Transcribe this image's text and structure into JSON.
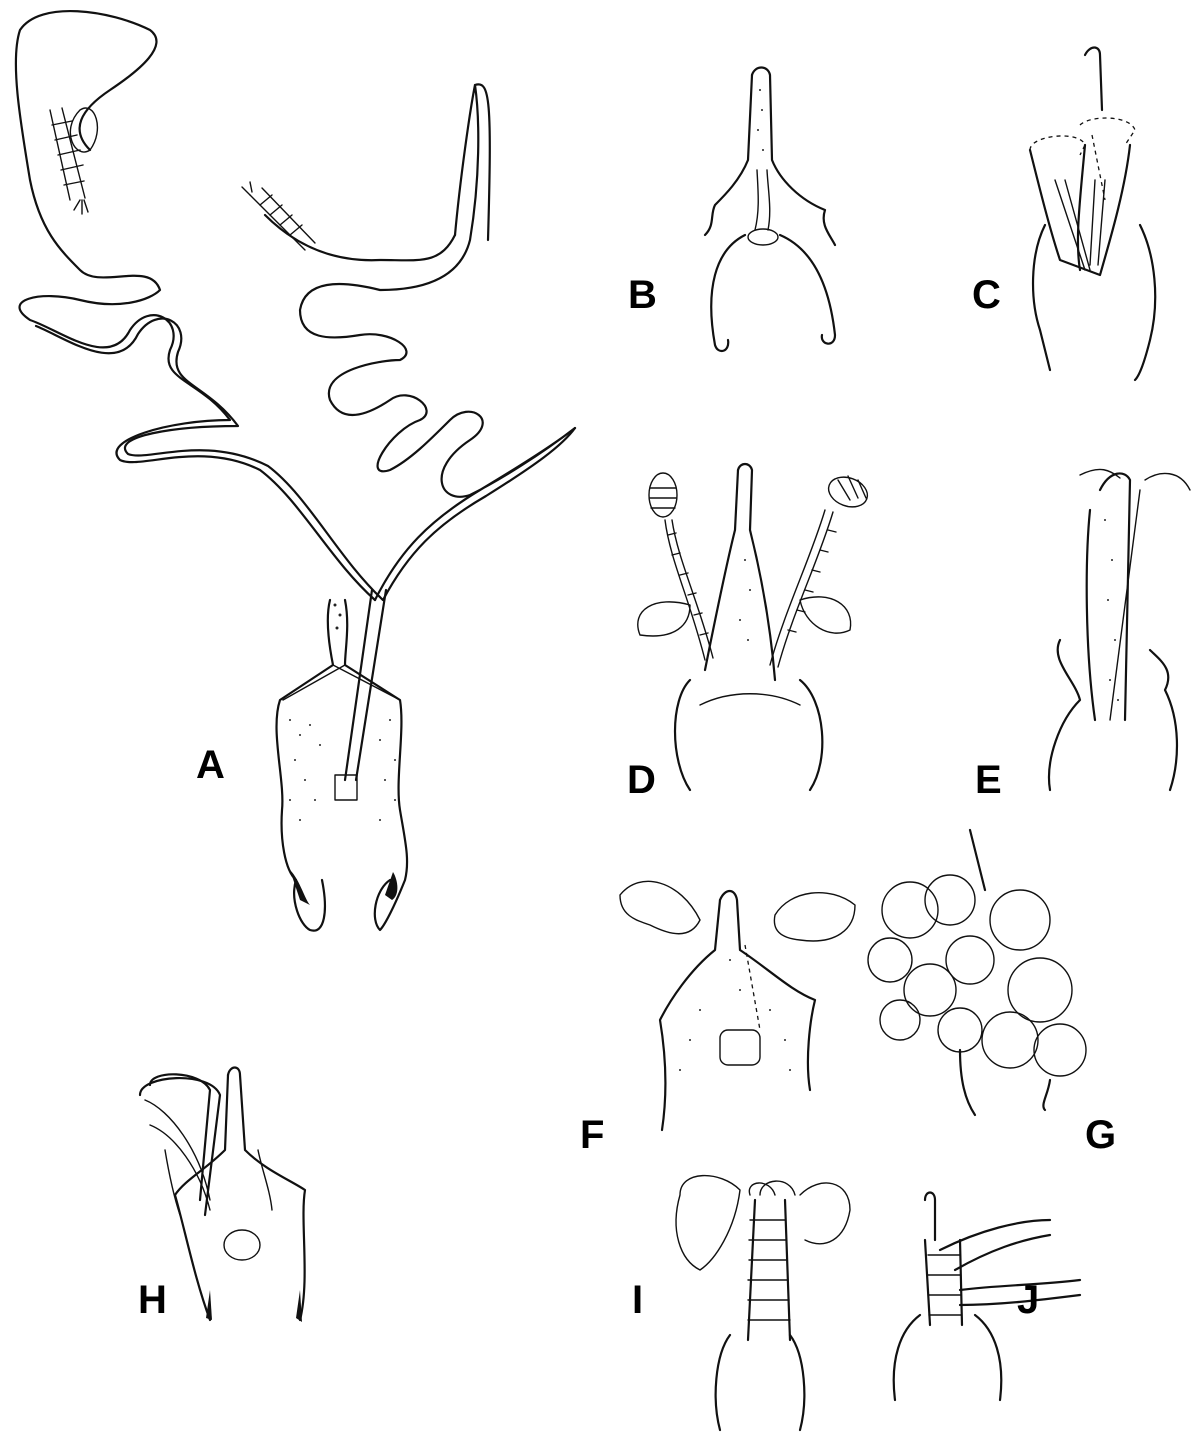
{
  "panels": [
    {
      "id": "A",
      "label": "A"
    },
    {
      "id": "B",
      "label": "B"
    },
    {
      "id": "C",
      "label": "C"
    },
    {
      "id": "D",
      "label": "D"
    },
    {
      "id": "E",
      "label": "E"
    },
    {
      "id": "F",
      "label": "F"
    },
    {
      "id": "G",
      "label": "G"
    },
    {
      "id": "H",
      "label": "H"
    },
    {
      "id": "I",
      "label": "I"
    },
    {
      "id": "J",
      "label": "J"
    }
  ]
}
